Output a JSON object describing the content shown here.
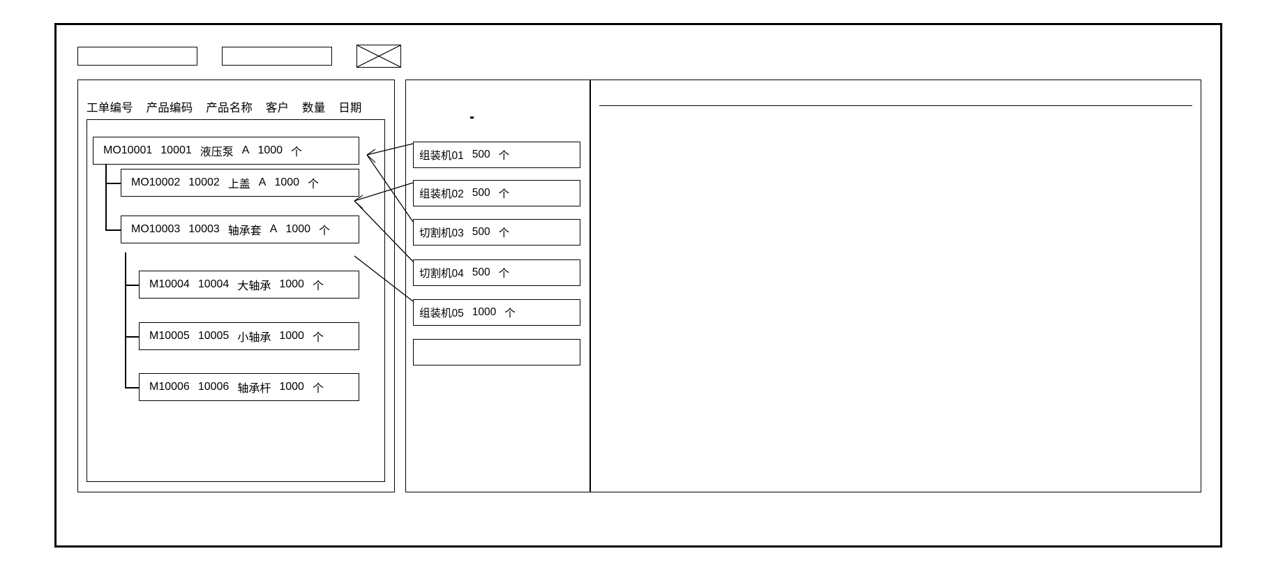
{
  "toolbar": {
    "box1_value": "",
    "box1_placeholder": "",
    "box2_value": "",
    "box2_placeholder": "",
    "close_icon": "crossed-box-icon"
  },
  "left_panel": {
    "columns": [
      "工单编号",
      "产品编码",
      "产品名称",
      "客户",
      "数量",
      "日期"
    ],
    "rows": [
      {
        "order_no": "MO10001",
        "product_code": "10001",
        "product_name": "液压泵",
        "customer": "A",
        "qty": "1000",
        "unit": "个",
        "level": 0
      },
      {
        "order_no": "MO10002",
        "product_code": "10002",
        "product_name": "上盖",
        "customer": "A",
        "qty": "1000",
        "unit": "个",
        "level": 1
      },
      {
        "order_no": "MO10003",
        "product_code": "10003",
        "product_name": "轴承套",
        "customer": "A",
        "qty": "1000",
        "unit": "个",
        "level": 1
      },
      {
        "order_no": "M10004",
        "product_code": "10004",
        "product_name": "大轴承",
        "customer": "",
        "qty": "1000",
        "unit": "个",
        "level": 2
      },
      {
        "order_no": "M10005",
        "product_code": "10005",
        "product_name": "小轴承",
        "customer": "",
        "qty": "1000",
        "unit": "个",
        "level": 2
      },
      {
        "order_no": "M10006",
        "product_code": "10006",
        "product_name": "轴承杆",
        "customer": "",
        "qty": "1000",
        "unit": "个",
        "level": 2
      }
    ]
  },
  "middle_panel": {
    "marker": "",
    "machines": [
      {
        "name": "组装机01",
        "qty": "500",
        "unit": "个"
      },
      {
        "name": "组装机02",
        "qty": "500",
        "unit": "个"
      },
      {
        "name": "切割机03",
        "qty": "500",
        "unit": "个"
      },
      {
        "name": "切割机04",
        "qty": "500",
        "unit": "个"
      },
      {
        "name": "组装机05",
        "qty": "1000",
        "unit": "个"
      }
    ],
    "empty_slot": ""
  },
  "right_panel": {
    "header_text": "",
    "body_text": ""
  },
  "colors": {
    "stroke": "#000000",
    "background": "#ffffff"
  }
}
